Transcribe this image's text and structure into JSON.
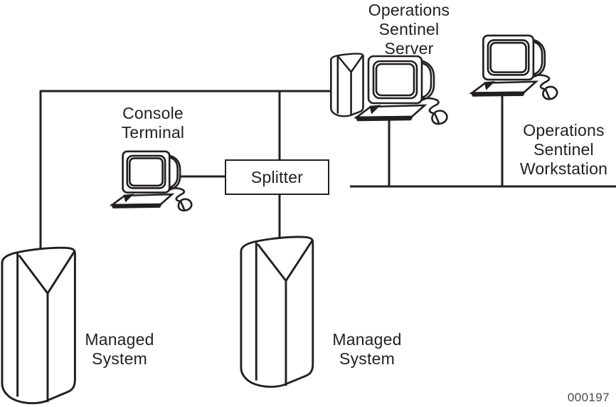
{
  "diagram": {
    "figure_number": "000197",
    "colors": {
      "stroke": "#231f20",
      "background": "#ffffff"
    },
    "nodes": {
      "server": {
        "label": "Operations\nSentinel\nServer",
        "icon": "server-tower-with-desktop-computer"
      },
      "workstation": {
        "label": "Operations\nSentinel\nWorkstation",
        "icon": "desktop-computer"
      },
      "console": {
        "label": "Console\nTerminal",
        "icon": "desktop-computer"
      },
      "splitter": {
        "label": "Splitter",
        "icon": "rectangle-box"
      },
      "managed1": {
        "label": "Managed\nSystem",
        "icon": "server-tower"
      },
      "managed2": {
        "label": "Managed\nSystem",
        "icon": "server-tower"
      }
    },
    "connections": [
      {
        "from": "managed1",
        "to": "server"
      },
      {
        "from": "console",
        "to": "splitter"
      },
      {
        "from": "splitter",
        "to": "managed2"
      },
      {
        "from": "splitter",
        "to": "server"
      },
      {
        "from": "server",
        "to": "network-bus"
      },
      {
        "from": "workstation",
        "to": "network-bus"
      }
    ]
  }
}
